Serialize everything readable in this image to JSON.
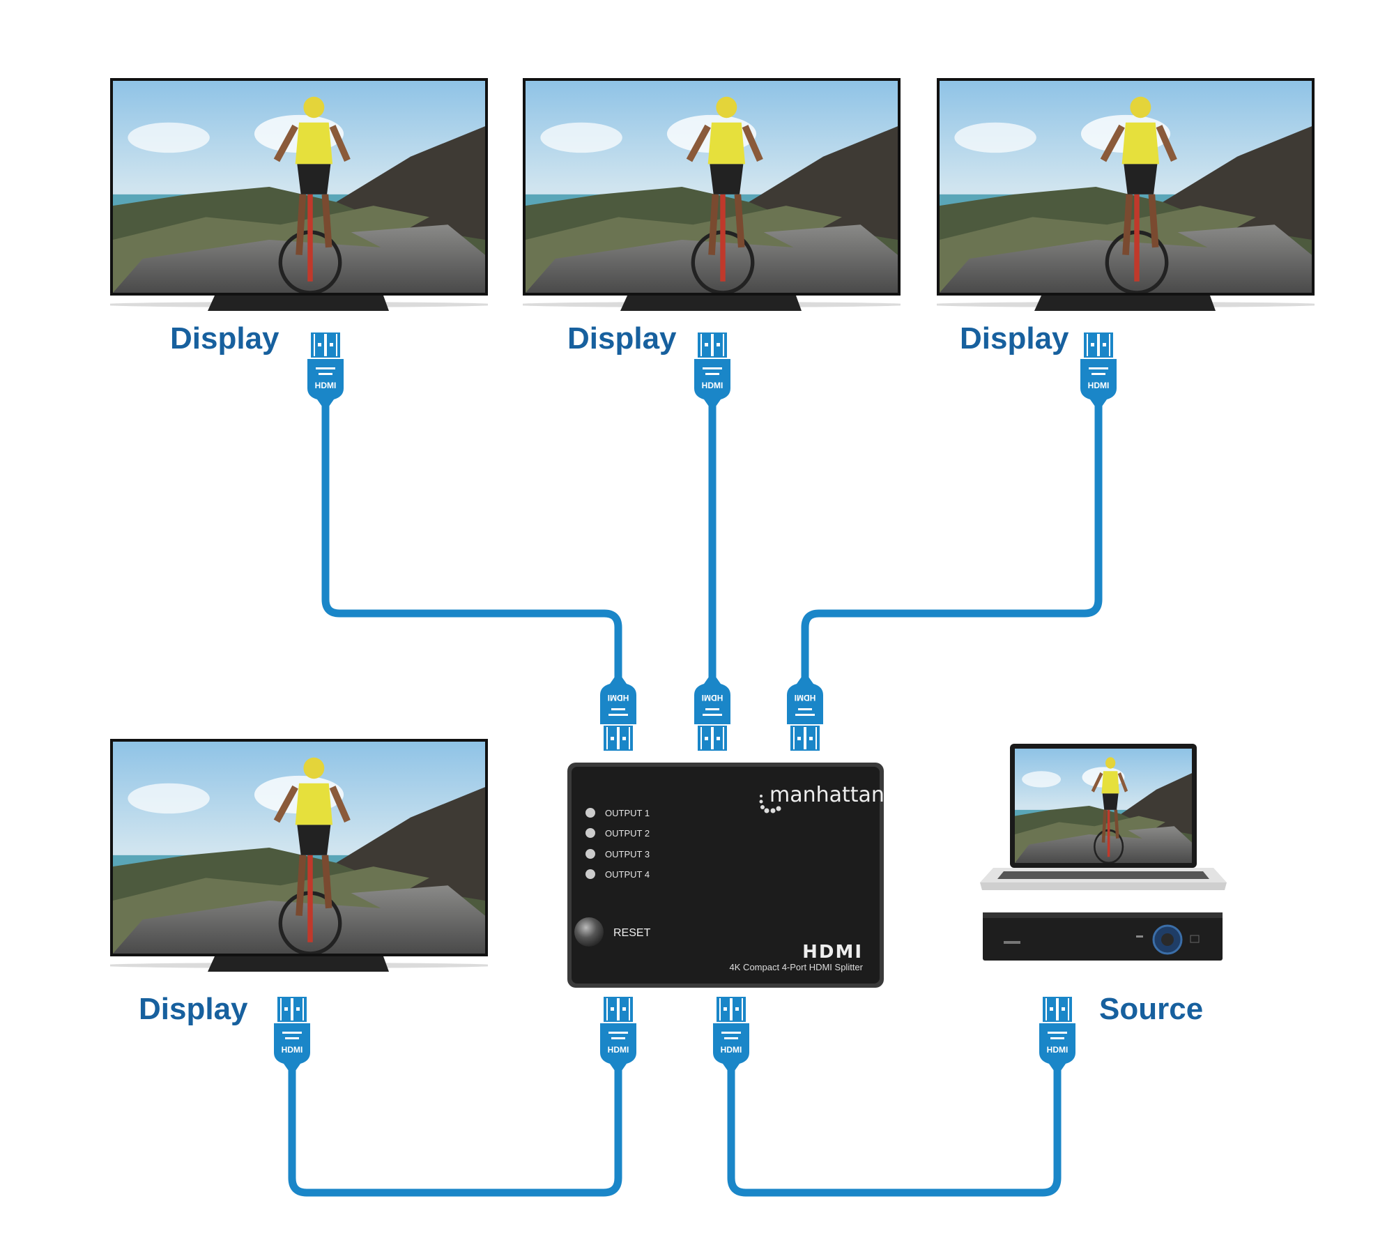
{
  "labels": {
    "display_top_1": "Display",
    "display_top_2": "Display",
    "display_top_3": "Display",
    "display_bottom": "Display",
    "source": "Source"
  },
  "connector_label": "HDMI",
  "splitter": {
    "brand": "manhattan",
    "outputs": [
      "OUTPUT 1",
      "OUTPUT 2",
      "OUTPUT 3",
      "OUTPUT 4"
    ],
    "reset_label": "RESET",
    "hdmi_logo": "HDMI",
    "product_name": "4K Compact 4-Port HDMI Splitter"
  },
  "colors": {
    "cable": "#1a86c8",
    "label": "#17609e",
    "splitter_body": "#1c1c1c"
  }
}
